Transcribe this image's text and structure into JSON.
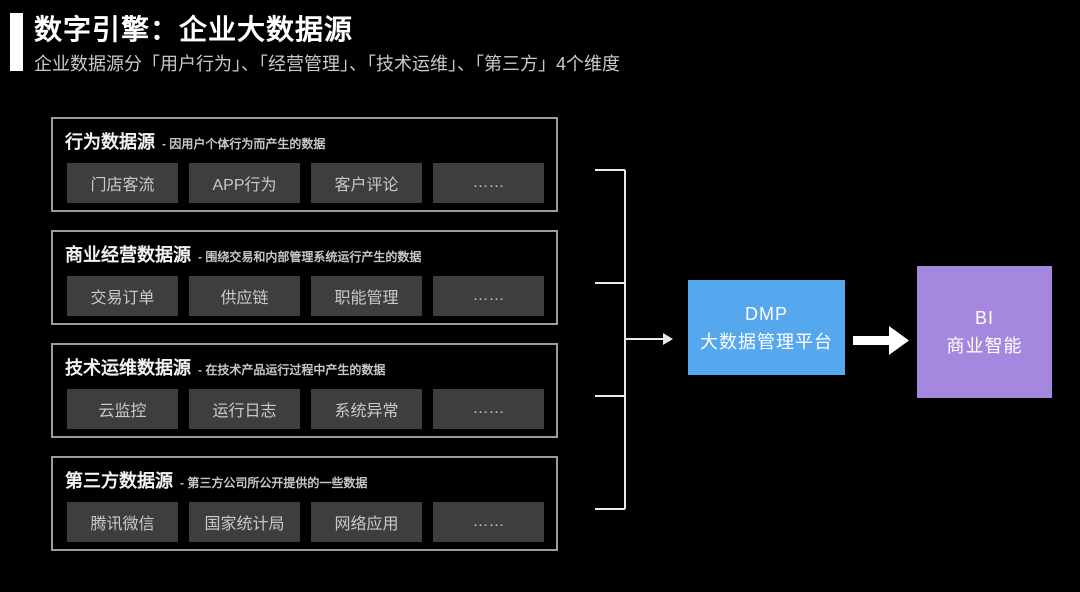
{
  "page": {
    "background": "#000000"
  },
  "header": {
    "accent_color": "#ffffff",
    "title": "数字引擎：企业大数据源",
    "subtitle": "企业数据源分「用户行为」、「经营管理」、「技术运维」、「第三方」4个维度"
  },
  "groups": [
    {
      "title": "行为数据源",
      "note": "- 因用户个体行为而产生的数据",
      "chips": [
        "门店客流",
        "APP行为",
        "客户评论",
        "……"
      ]
    },
    {
      "title": "商业经营数据源",
      "note": "- 围绕交易和内部管理系统运行产生的数据",
      "chips": [
        "交易订单",
        "供应链",
        "职能管理",
        "……"
      ]
    },
    {
      "title": "技术运维数据源",
      "note": "- 在技术产品运行过程中产生的数据",
      "chips": [
        "云监控",
        "运行日志",
        "系统异常",
        "……"
      ]
    },
    {
      "title": "第三方数据源",
      "note": "- 第三方公司所公开提供的一些数据",
      "chips": [
        "腾讯微信",
        "国家统计局",
        "网络应用",
        "……"
      ]
    }
  ],
  "flow": {
    "dmp": {
      "line1": "DMP",
      "line2": "大数据管理平台",
      "color": "#55a7ee"
    },
    "bi": {
      "line1": "BI",
      "line2": "商业智能",
      "color": "#a687e0"
    },
    "connector_color": "#e8e8e8",
    "thick_arrow_color": "#ffffff"
  }
}
